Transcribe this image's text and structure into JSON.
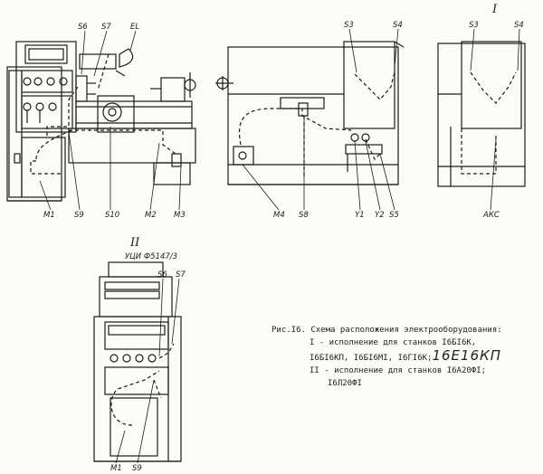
{
  "labels": {
    "s6_a": "S6",
    "s7_a": "S7",
    "el": "EL",
    "m1_a": "M1",
    "s9_a": "S9",
    "s10": "S10",
    "m2": "M2",
    "m3": "M3",
    "s3_a": "S3",
    "s4_a": "S4",
    "m4": "M4",
    "s8": "S8",
    "y1": "Y1",
    "y2": "Y2",
    "s5": "S5",
    "view_one": "I",
    "s3_b": "S3",
    "s4_b": "S4",
    "aks": "АКС",
    "view_two": "II",
    "uci": "УЦИ Ф5147/3",
    "s6_b": "S6",
    "s7_b": "S7",
    "m1_b": "M1",
    "s9_b": "S9"
  },
  "caption": {
    "line1": "Рис.I6. Схема расположения электрооборудования:",
    "line2": "I - исполнение для станков I6БI6К,",
    "line3": "I6БI6КП, I6БI6МI, I6ГI6К;",
    "handwritten": "16Е16КП",
    "line4": "II - исполнение для станков I6А20ФI;",
    "line5": "I6Л20ФI"
  }
}
